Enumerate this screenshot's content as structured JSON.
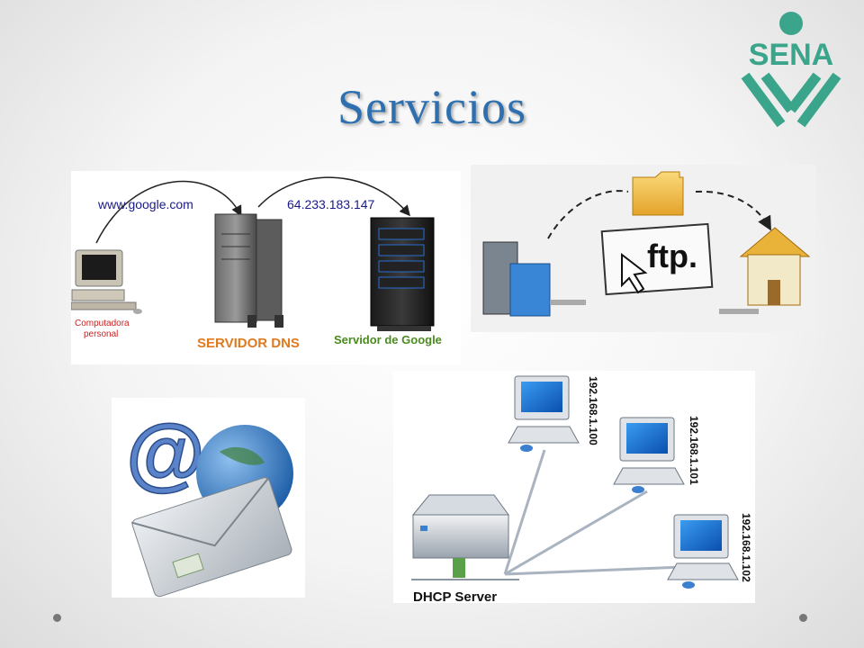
{
  "slide": {
    "title": "Servicios"
  },
  "logo": {
    "text": "SENA",
    "color": "#3aa58a"
  },
  "dns_diagram": {
    "url_label": "www.google.com",
    "ip_label": "64.233.183.147",
    "pc_label_line1": "Computadora",
    "pc_label_line2": "personal",
    "dns_label": "SERVIDOR DNS",
    "google_label": "Servidor de Google"
  },
  "ftp_diagram": {
    "ftp_label": "ftp."
  },
  "mail_diagram": {
    "at_symbol": "@"
  },
  "dhcp_diagram": {
    "server_label": "DHCP Server",
    "client_ips": [
      "192.168.1.100",
      "192.168.1.101",
      "192.168.1.102"
    ]
  },
  "colors": {
    "title": "#2e6fb0",
    "dns_label": "#e07a1f",
    "google_label": "#4a8a1f"
  }
}
